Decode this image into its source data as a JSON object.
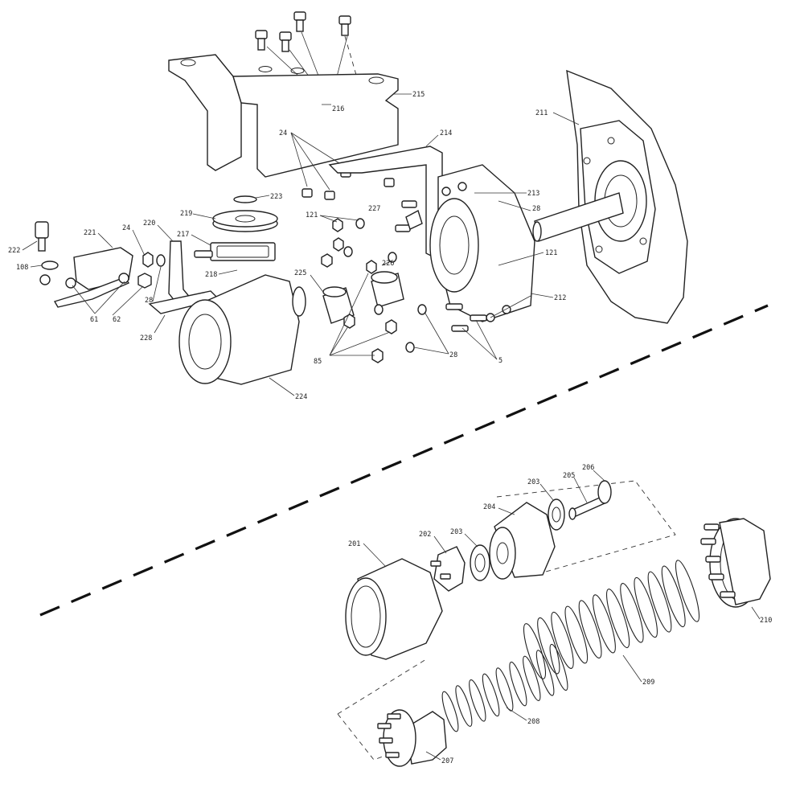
{
  "diagram": {
    "upper_assembly_labels": [
      "216",
      "215",
      "24",
      "214",
      "211",
      "213",
      "28",
      "121",
      "212",
      "5",
      "223",
      "227",
      "219",
      "220",
      "217",
      "218",
      "24",
      "221",
      "222",
      "108",
      "28",
      "61",
      "62",
      "226",
      "225",
      "228",
      "85",
      "28",
      "224",
      "121"
    ],
    "lower_assembly_labels": [
      "206",
      "205",
      "203",
      "204",
      "202",
      "203",
      "201",
      "210",
      "209",
      "208",
      "207"
    ]
  }
}
